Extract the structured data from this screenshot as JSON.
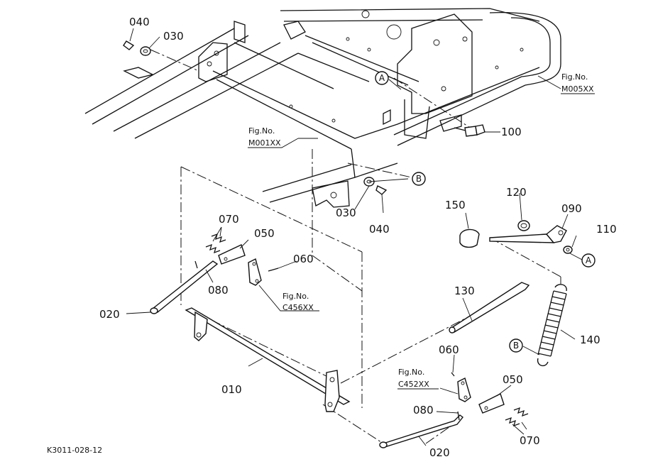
{
  "parts": {
    "p010": "010",
    "p020a": "020",
    "p020b": "020",
    "p030a": "030",
    "p030b": "030",
    "p040a": "040",
    "p040b": "040",
    "p050a": "050",
    "p050b": "050",
    "p060a": "060",
    "p060b": "060",
    "p070a": "070",
    "p070b": "070",
    "p080a": "080",
    "p080b": "080",
    "p090": "090",
    "p100": "100",
    "p110": "110",
    "p120": "120",
    "p130": "130",
    "p140": "140",
    "p150": "150"
  },
  "refs": {
    "m005": {
      "title": "Fig.No.",
      "code": "M005XX"
    },
    "m001": {
      "title": "Fig.No.",
      "code": "M001XX"
    },
    "c456": {
      "title": "Fig.No.",
      "code": "C456XX"
    },
    "c452": {
      "title": "Fig.No.",
      "code": "C452XX"
    }
  },
  "markers": {
    "a1": "A",
    "a2": "A",
    "b1": "B",
    "b2": "B"
  },
  "drawing_code": "K3011-028-12"
}
